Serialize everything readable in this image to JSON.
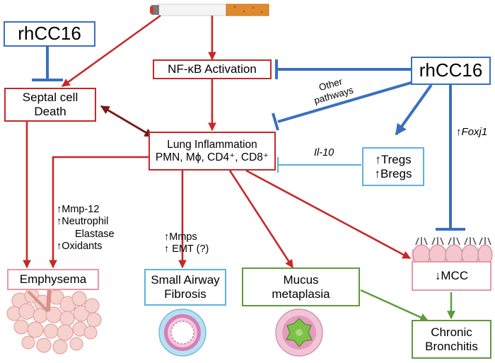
{
  "nodes": {
    "rhcc16_left": "rhCC16",
    "rhcc16_right": "rhCC16",
    "septal": {
      "line1": "Septal cell",
      "line2": "Death"
    },
    "nfkb": "NF-κB Activation",
    "lung": {
      "line1": "Lung Inflammation",
      "line2": "PMN, Mϕ, CD4⁺, CD8⁺"
    },
    "tregs": {
      "line1": "↑Tregs",
      "line2": "↑Bregs"
    },
    "emphysema": "Emphysema",
    "small_airway": {
      "line1": "Small Airway",
      "line2": "Fibrosis"
    },
    "mucus": {
      "line1": "Mucus",
      "line2": "metaplasia"
    },
    "mcc": "↓MCC",
    "chronic": {
      "line1": "Chronic",
      "line2": "Bronchitis"
    }
  },
  "labels": {
    "other_pathways": {
      "line1": "Other",
      "line2": "pathways"
    },
    "il10": "Il-10",
    "foxj1": {
      "arrow": "↑",
      "gene": "Foxj1"
    },
    "emphysema_mediators": [
      "↑Mmp-12",
      "↑Neutrophil",
      "Elastase",
      "↑Oxidants"
    ],
    "fibrosis_mediators": [
      "↑Mmps",
      "↑ EMT (?)"
    ]
  },
  "colors": {
    "red": "#c62828",
    "dark_red": "#7a1a1a",
    "blue": "#3a6fbf",
    "light_blue": "#5fb2e0",
    "green": "#5f9a3a",
    "pink": "#e59aa0"
  },
  "icons": [
    "cigarette-icon",
    "alveoli-icon",
    "airway-fibrosis-icon",
    "mucus-airway-icon",
    "ciliated-epithelium-icon"
  ]
}
